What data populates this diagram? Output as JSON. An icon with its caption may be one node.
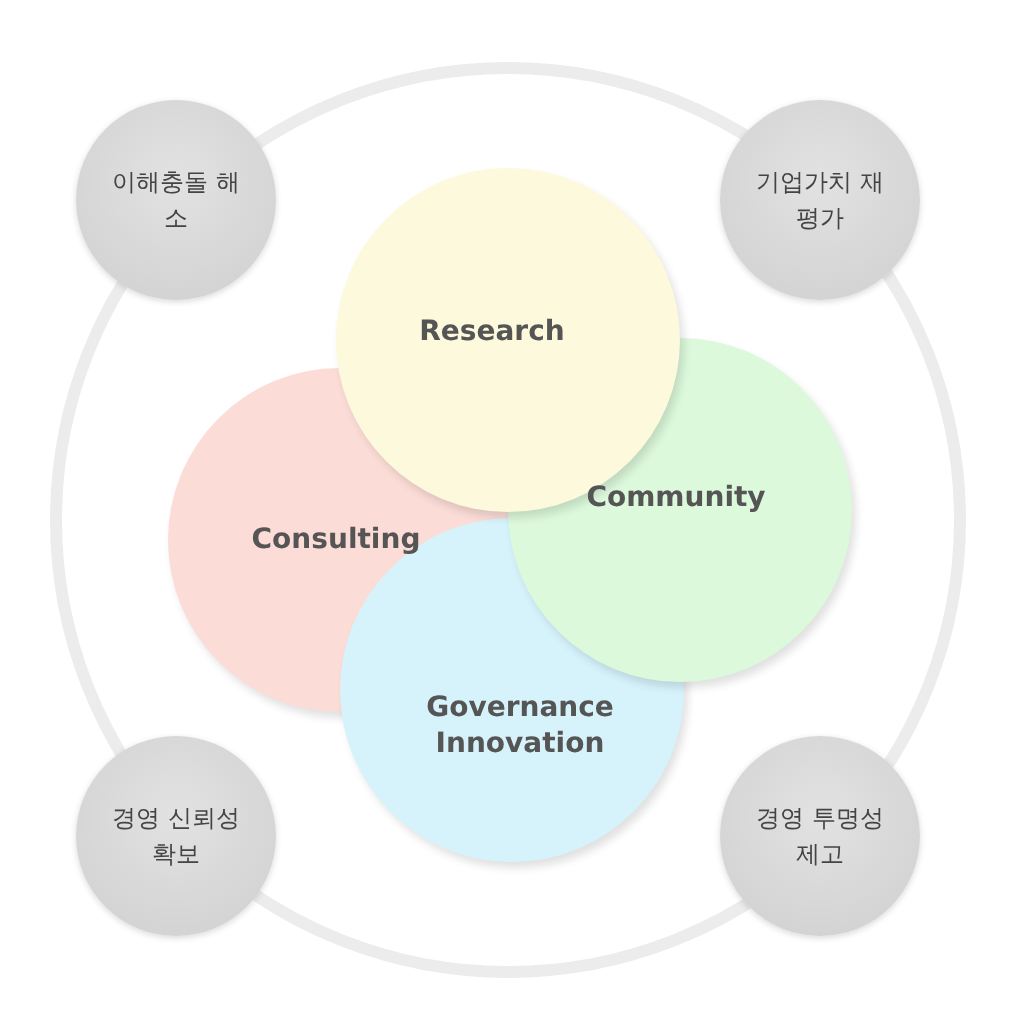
{
  "diagram": {
    "nodes": [
      {
        "text": [
          "이해충돌 해소"
        ]
      },
      {
        "text": [
          "기업가치 재평가"
        ]
      },
      {
        "text": [
          "Research"
        ]
      },
      {
        "text": [
          "Consulting"
        ]
      },
      {
        "text": [
          "Community"
        ]
      },
      {
        "text": [
          "Governance Innovation"
        ]
      },
      {
        "text": [
          "경영 신뢰성 확보"
        ]
      },
      {
        "text": [
          "경영 투명성 제고"
        ]
      }
    ]
  }
}
